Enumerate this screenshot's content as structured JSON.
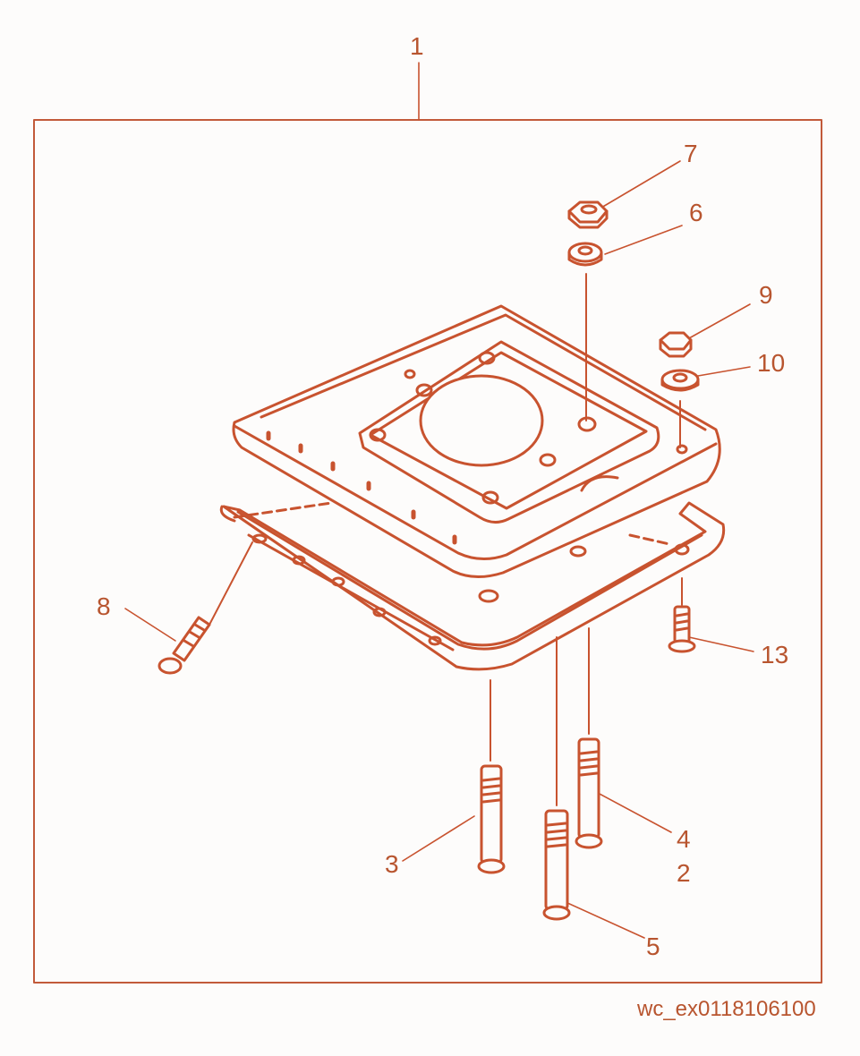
{
  "diagram": {
    "code": "wc_ex0118106100",
    "callouts": {
      "c1": "1",
      "c2": "2",
      "c3": "3",
      "c4": "4",
      "c5": "5",
      "c6": "6",
      "c7": "7",
      "c8": "8",
      "c9": "9",
      "c10": "10",
      "c13": "13"
    },
    "parts": [
      "upper-plate",
      "lower-plate",
      "nut-7",
      "washer-6",
      "nut-9",
      "washer-10",
      "screw-3",
      "screw-4",
      "screw-5",
      "screw-8",
      "screw-13"
    ]
  },
  "colors": {
    "line": "#c8532f",
    "text": "#b8552f",
    "fill": "#fdfcfb",
    "frame": "#c25a3a"
  }
}
